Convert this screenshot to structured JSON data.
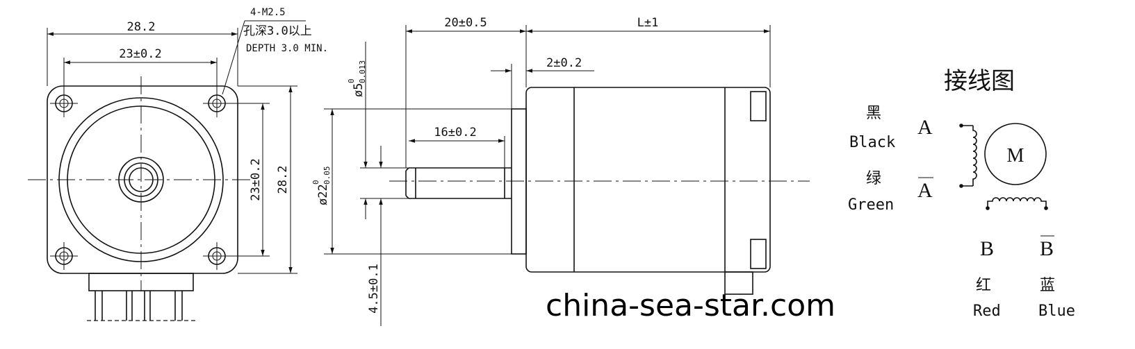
{
  "front_view": {
    "width_outer": "28.2",
    "hole_pitch_h": "23±0.2",
    "hole_pitch_v": "23±0.2",
    "height_outer": "28.2",
    "hole_spec": "4-M2.5",
    "hole_depth_cn": "孔深3.0以上",
    "hole_depth_en": "DEPTH 3.0 MIN."
  },
  "side_view": {
    "shaft_len": "20±0.5",
    "body_len": "L±1",
    "boss_len": "2±0.2",
    "flat_len": "16±0.2",
    "shaft_dia_base": "ø5",
    "shaft_dia_tol": "0.013",
    "boss_dia_base": "ø22",
    "boss_dia_tol": "0.05",
    "tol_zero": "0",
    "flat_depth": "4.5±0.1"
  },
  "wiring": {
    "title": "接线图",
    "motor_label": "M",
    "phase_a": "A",
    "phase_a_bar": "A",
    "phase_b": "B",
    "phase_b_bar": "B",
    "black_cn": "黑",
    "black_en": "Black",
    "green_cn": "绿",
    "green_en": "Green",
    "red_cn": "红",
    "red_en": "Red",
    "blue_cn": "蓝",
    "blue_en": "Blue"
  },
  "watermark": "china-sea-star.com"
}
